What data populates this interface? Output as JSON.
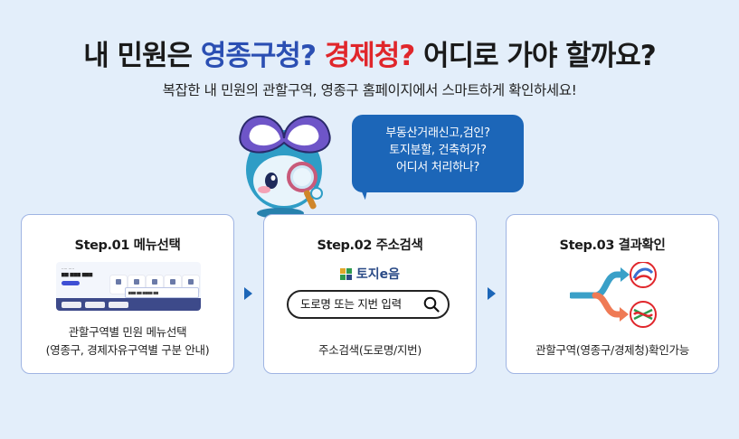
{
  "headline": {
    "part1": "내 민원은 ",
    "part2": "영종구청?",
    "part3": " ",
    "part4": "경제청?",
    "part5": " 어디로 가야 할까요?"
  },
  "subtitle": "복잡한 내 민원의 관할구역, 영종구 홈페이지에서 스마트하게 확인하세요!",
  "bubble": {
    "line1": "부동산거래신고,검인?",
    "line2": "토지분할, 건축허가?",
    "line3": "어디서 처리하나?"
  },
  "steps": [
    {
      "title": "Step.01 메뉴선택",
      "desc1": "관할구역별 민원 메뉴선택",
      "desc2": "(영종구, 경제자유구역별 구분 안내)"
    },
    {
      "title": "Step.02 주소검색",
      "logo": "토지e음",
      "search_placeholder": "도로명 또는 지번 입력",
      "desc1": "주소검색(도로명/지번)"
    },
    {
      "title": "Step.03 결과확인",
      "desc1": "관할구역(영종구/경제청)확인가능"
    }
  ],
  "colors": {
    "background": "#e3eefa",
    "accent_blue": "#2b4fb3",
    "accent_red": "#e0262b",
    "bubble": "#1c66b8"
  }
}
